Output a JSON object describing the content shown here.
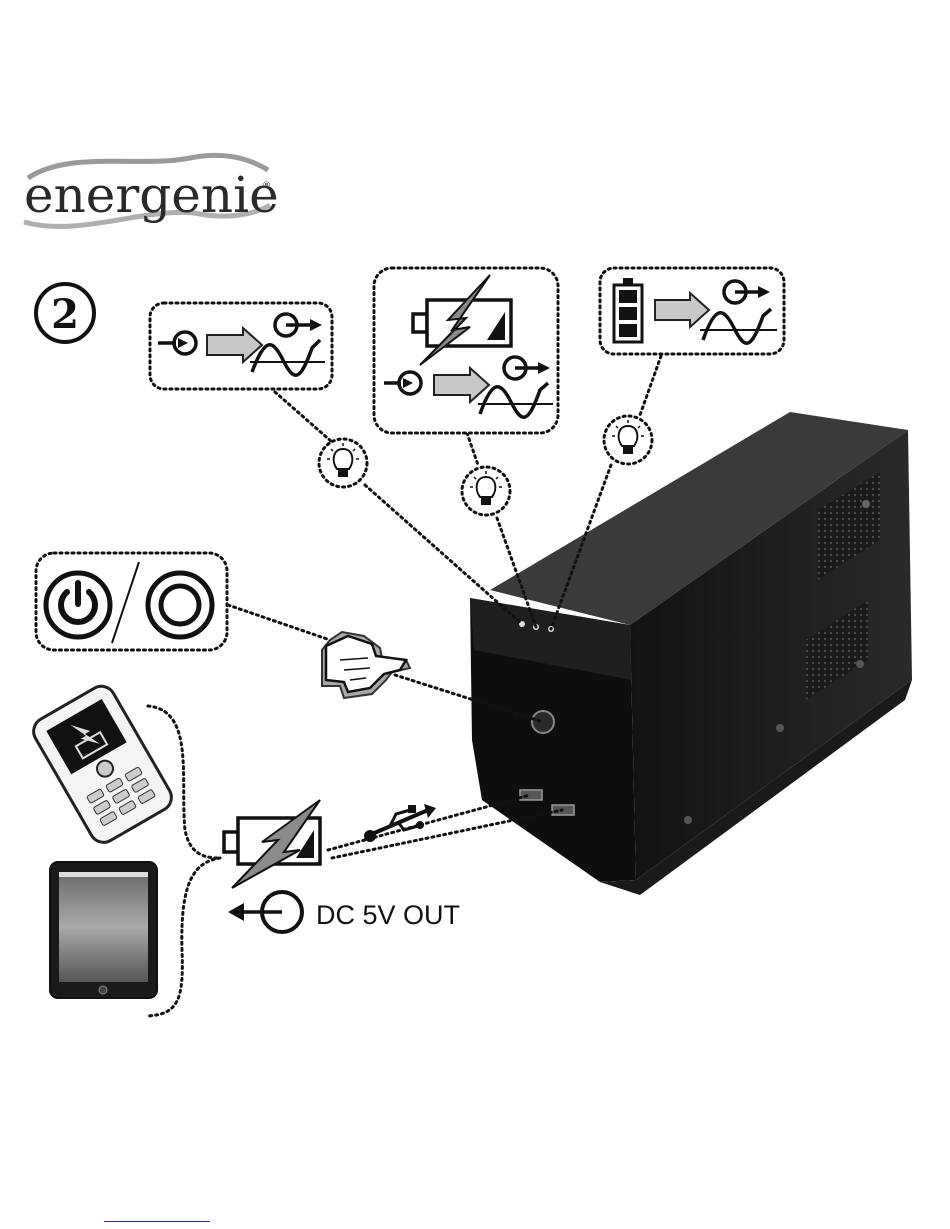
{
  "logo": {
    "text": "energenie",
    "registered_mark": "®"
  },
  "step": {
    "number": "2"
  },
  "usb_output": {
    "label": "DC 5V OUT"
  },
  "icons": {
    "mains_to_output": [
      "input-plug-icon",
      "arrow-right-icon",
      "output-plug-icon",
      "sine-wave-icon"
    ],
    "charging": [
      "battery-icon",
      "lightning-bolt-icon",
      "input-plug-icon",
      "arrow-right-icon",
      "output-plug-icon",
      "sine-wave-icon"
    ],
    "battery_to_output": [
      "battery-full-icon",
      "arrow-right-icon",
      "output-plug-icon",
      "sine-wave-icon"
    ],
    "power_button": [
      "power-on-icon",
      "power-off-icon"
    ],
    "indicators": [
      "light-bulb-icon",
      "light-bulb-icon",
      "light-bulb-icon"
    ],
    "devices": [
      "mobile-phone-icon",
      "tablet-icon",
      "usb-icon",
      "hand-pointer-icon"
    ]
  },
  "colors": {
    "ink": "#111111",
    "arrow_fill": "#c8c8c8",
    "bolt_fill": "#8a8a8a",
    "ups_body": "#1c1c1c"
  }
}
